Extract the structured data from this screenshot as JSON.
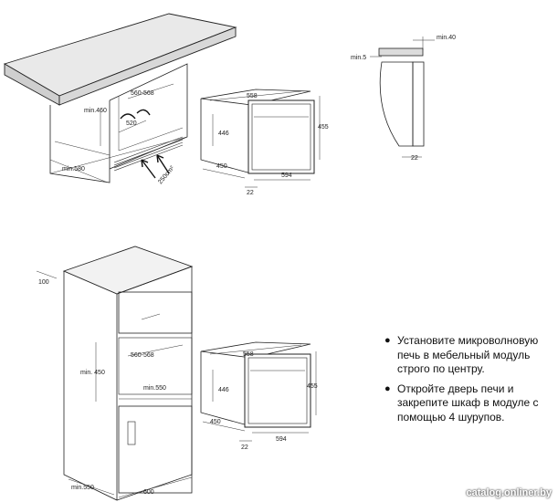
{
  "top_left": {
    "h_range": "560-568",
    "min_depth": "min.460",
    "inner_width": "520",
    "min_width": "min.580",
    "vent_area": "250cm²"
  },
  "oven_top": {
    "w558": "558",
    "h446": "446",
    "h455": "455",
    "d450": "450",
    "w594": "594",
    "d22": "22"
  },
  "side_view": {
    "min40": "min.40",
    "min5": "min.5",
    "d22": "22"
  },
  "column": {
    "top100": "100",
    "range": "560-568",
    "min450": "min. 450",
    "min550": "min.550",
    "bottom_min550": "min.550",
    "width600": "600"
  },
  "oven_bottom": {
    "w558": "558",
    "h446": "446",
    "h455": "455",
    "d450": "450",
    "w594": "594",
    "d22": "22"
  },
  "instructions": [
    "Установите микроволновую печь в мебельный модуль строго по центру.",
    "Откройте дверь печи и закрепите шкаф в модуле с помощью 4 шурупов."
  ],
  "watermark": "catalog.onliner.by"
}
